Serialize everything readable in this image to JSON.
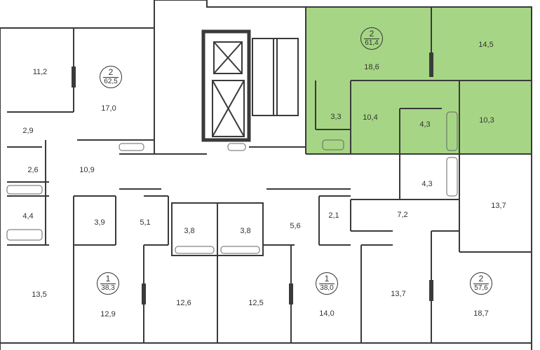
{
  "colors": {
    "highlight": "#a6d685",
    "wall": "#3a3a3a",
    "window": "#8a8a8a",
    "fixture": "#666666"
  },
  "apartments": [
    {
      "rooms": "2",
      "area": "62,5"
    },
    {
      "rooms": "2",
      "area": "61,4"
    },
    {
      "rooms": "1",
      "area": "38,3"
    },
    {
      "rooms": "1",
      "area": "38,0"
    },
    {
      "rooms": "2",
      "area": "57,6"
    }
  ],
  "rooms": [
    "11,2",
    "17,0",
    "2,9",
    "2,6",
    "10,9",
    "4,4",
    "18,6",
    "14,5",
    "3,3",
    "10,4",
    "4,3",
    "10,3",
    "4,3",
    "13,7",
    "3,9",
    "5,1",
    "3,8",
    "3,8",
    "5,6",
    "2,1",
    "7,2",
    "13,5",
    "12,9",
    "12,6",
    "12,5",
    "14,0",
    "13,7",
    "18,7"
  ]
}
